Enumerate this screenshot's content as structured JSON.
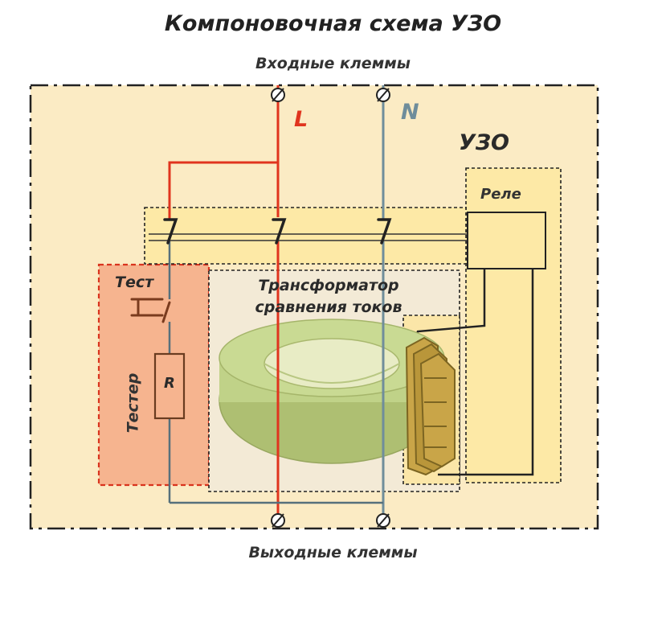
{
  "title": "Компоновочная схема УЗО",
  "labels": {
    "input_terminals": "Входные клеммы",
    "output_terminals": "Выходные клеммы",
    "phase": "L",
    "neutral": "N",
    "device": "УЗО",
    "relay": "Реле",
    "test_button": "Тест",
    "transformer_line1": "Трансформатор",
    "transformer_line2": "сравнения токов",
    "resistor": "R",
    "tester": "Тестер"
  },
  "colors": {
    "phase_wire": "#e0341e",
    "neutral_wire": "#6f8d9b",
    "tester_zone": "#f6b48f",
    "core": "#bccf84",
    "enclosure": "#fbebc4",
    "coil": "#b9963a"
  }
}
